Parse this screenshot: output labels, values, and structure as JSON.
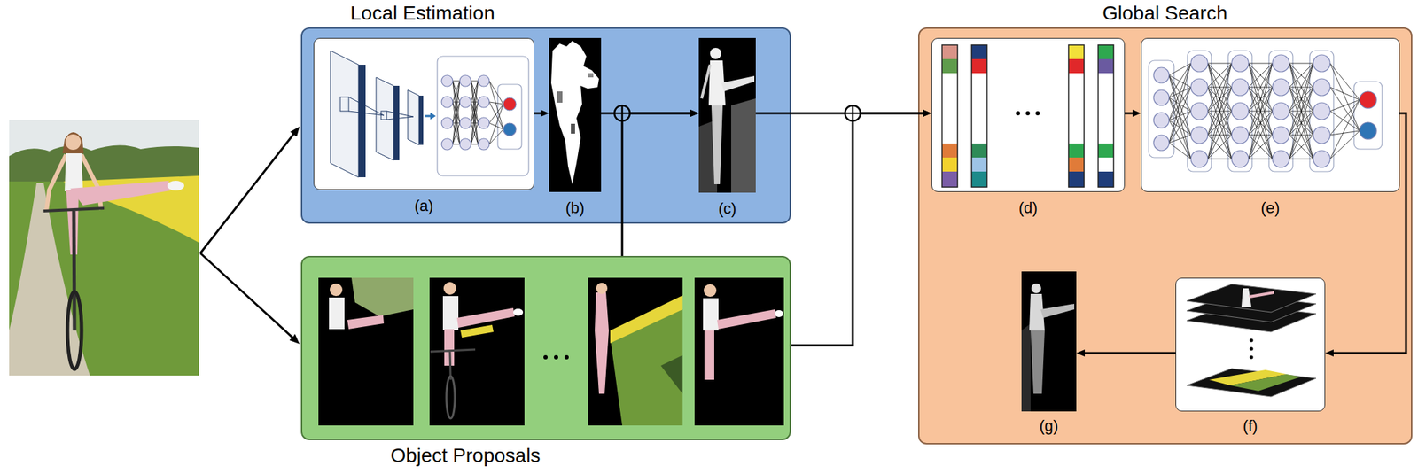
{
  "diagram": {
    "nodes": [
      {
        "text": [
          "Local Estimation"
        ]
      },
      {
        "text": [
          "(a)"
        ],
        "in": 0
      },
      {
        "text": [
          "(b)"
        ],
        "in": 0
      },
      {
        "text": [
          "(c)"
        ],
        "in": 0
      },
      {
        "text": [
          "Object Proposals"
        ]
      },
      {
        "text": [
          "Global Search"
        ]
      },
      {
        "text": [
          "(d)"
        ],
        "in": 5
      },
      {
        "text": [
          "(e)"
        ],
        "in": 5
      },
      {
        "text": [
          "(f)"
        ],
        "in": 5
      },
      {
        "text": [
          "(g)"
        ],
        "in": 5
      }
    ],
    "edges": [
      {
        "from": 1,
        "to": 2,
        "arrow": "to"
      },
      {
        "from": 2,
        "to": 3,
        "arrow": "to"
      },
      {
        "from": 4,
        "to": 3,
        "arrow": "to"
      },
      {
        "from": 3,
        "to": 6,
        "arrow": "to"
      },
      {
        "from": 4,
        "to": 6,
        "arrow": "to"
      },
      {
        "from": 6,
        "to": 7,
        "arrow": "to"
      },
      {
        "from": 7,
        "to": 8,
        "arrow": "to"
      },
      {
        "from": 8,
        "to": 9,
        "arrow": "to"
      }
    ]
  }
}
